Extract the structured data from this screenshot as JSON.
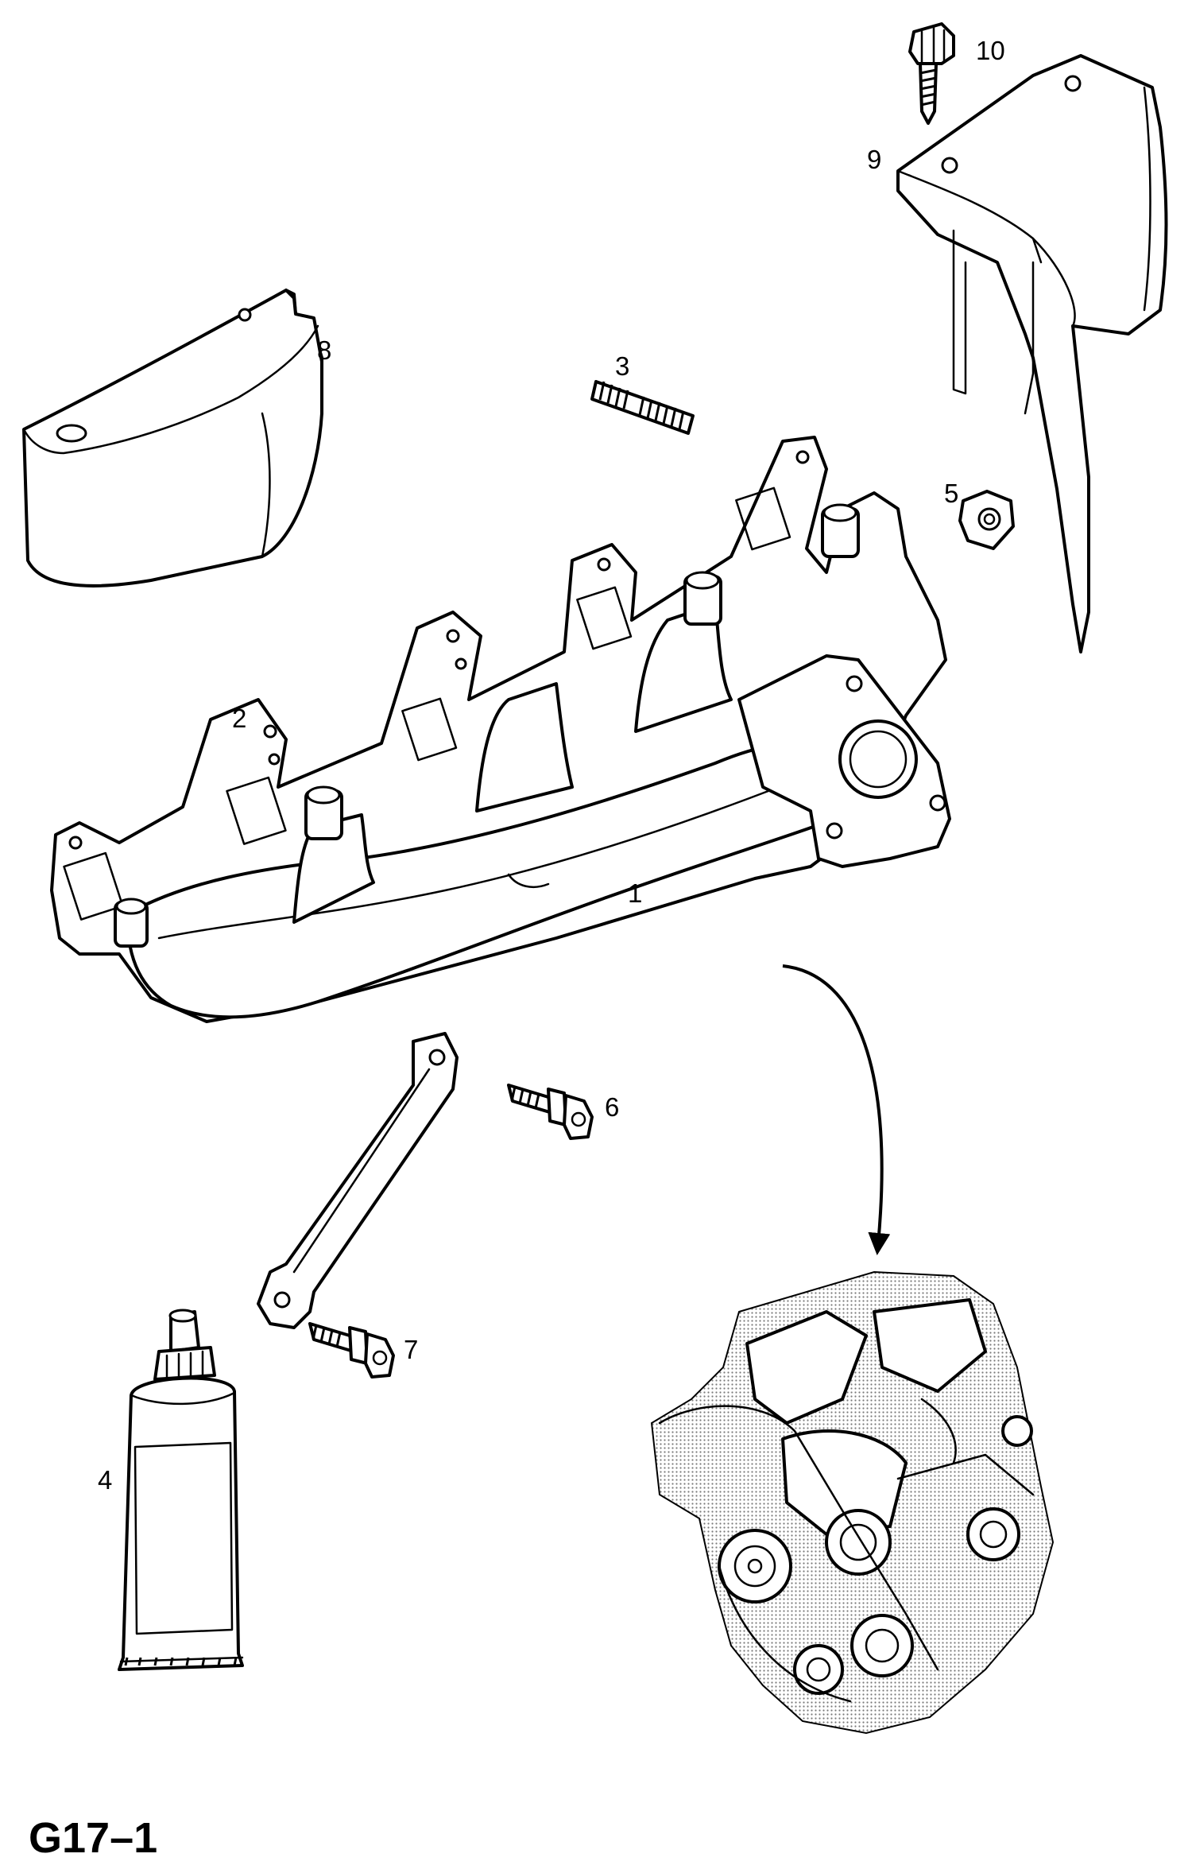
{
  "diagram_code": "G17–1",
  "callouts": {
    "c1": "1",
    "c2": "2",
    "c3": "3",
    "c4": "4",
    "c5": "5",
    "c6": "6",
    "c7": "7",
    "c8": "8",
    "c9": "9",
    "c10": "10"
  }
}
